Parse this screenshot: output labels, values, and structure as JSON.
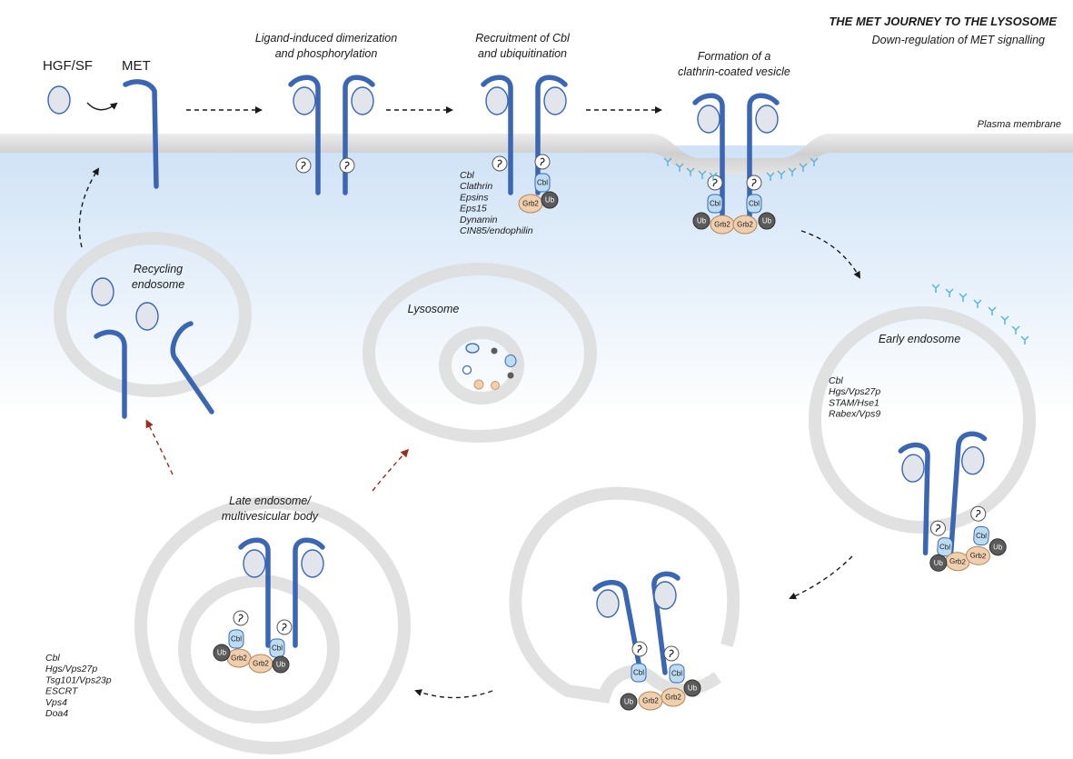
{
  "header": {
    "title": "THE MET JOURNEY TO THE LYSOSOME",
    "subtitle": "Down-regulation of MET signalling"
  },
  "labels": {
    "ligand": "HGF/SF",
    "receptor": "MET",
    "plasma_membrane": "Plasma membrane"
  },
  "steps": {
    "dimerization": [
      "Ligand-induced dimerization",
      "and phosphorylation"
    ],
    "recruitment": [
      "Recruitment of Cbl",
      "and ubiquitination"
    ],
    "clathrin": [
      "Formation of a",
      "clathrin-coated vesicle"
    ]
  },
  "compartments": {
    "recycling": [
      "Recycling",
      "endosome"
    ],
    "lysosome": "Lysosome",
    "early": "Early endosome",
    "late": [
      "Late endosome/",
      "multivesicular body"
    ]
  },
  "factor_lists": {
    "recruitment": [
      "Cbl",
      "Clathrin",
      "Epsins",
      "Eps15",
      "Dynamin",
      "CIN85/endophilin"
    ],
    "early": [
      "Cbl",
      "Hgs/Vps27p",
      "STAM/Hse1",
      "Rabex/Vps9"
    ],
    "late": [
      "Cbl",
      "Hgs/Vps27p",
      "Tsg101/Vps23p",
      "ESCRT",
      "Vps4",
      "Doa4"
    ]
  },
  "protein_labels": {
    "cbl": "Cbl",
    "grb2": "Grb2",
    "ub": "Ub"
  },
  "colors": {
    "receptor_blue": "#3a66b4",
    "ligand_fill": "#e2e6ec",
    "cbl_fill": "#bcdcf2",
    "grb2_fill": "#f0cfae",
    "ub_fill": "#5b5b5b",
    "compartment_ring": "#dcdcdc",
    "membrane": "#d7d7d7",
    "cytoplasm_blue": "#d8e8f8",
    "arrow_black": "#1a1a1a",
    "arrow_red": "#9b2d20",
    "clathrin": "#5ab4e0"
  }
}
